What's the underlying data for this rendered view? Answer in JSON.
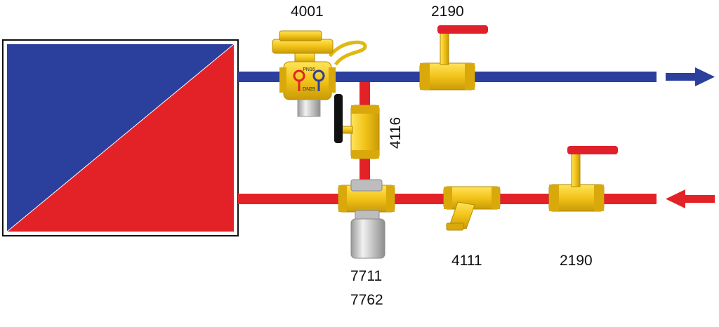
{
  "labels": {
    "partner_valve": "4001",
    "ball_valve_supply": "2190",
    "bypass_valve": "4116",
    "control_valve_line1": "7711",
    "control_valve_line2": "7762",
    "strainer": "4111",
    "ball_valve_return": "2190"
  },
  "valve_markings": {
    "pressure": "PN16",
    "size": "DN25"
  },
  "colors": {
    "supply": "#2b3f9c",
    "return": "#e32227",
    "brass": "#f2c318",
    "handle": "#e0202a",
    "actuator": "#cfcfcf"
  },
  "icons": {
    "supply_arrow": "arrow-right-icon",
    "return_arrow": "arrow-left-icon"
  }
}
